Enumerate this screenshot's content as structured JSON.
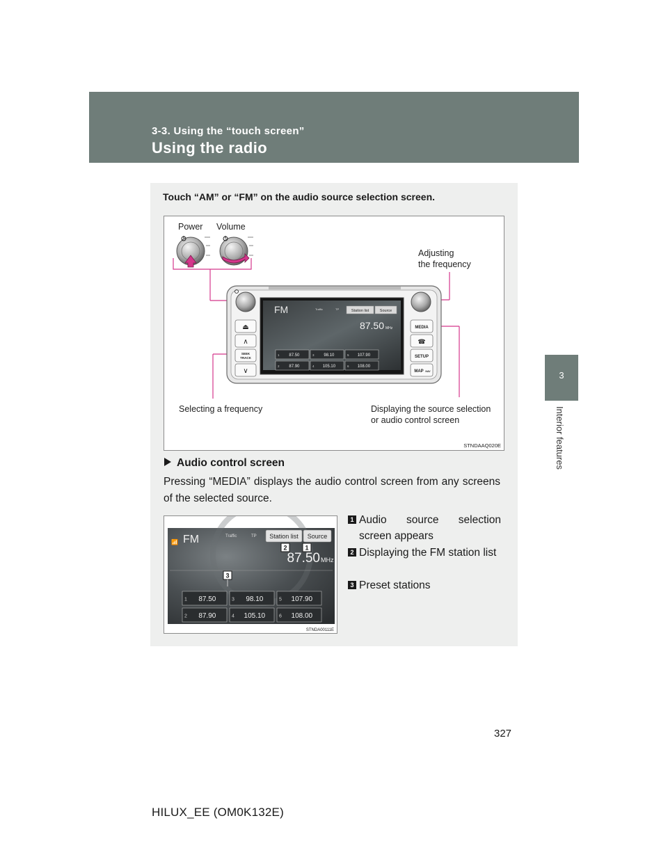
{
  "header": {
    "section_ref": "3-3. Using the “touch screen”",
    "title": "Using the radio"
  },
  "side_tab": {
    "chapter_number": "3",
    "chapter_label": "Interior features"
  },
  "intro": "Touch “AM” or “FM” on the audio source selection screen.",
  "figure1": {
    "labels": {
      "power": "Power",
      "volume": "Volume",
      "adjusting_line1": "Adjusting",
      "adjusting_line2": "the frequency",
      "selecting": "Selecting a frequency",
      "displaying_line1": "Displaying the source selection",
      "displaying_line2": "or audio control screen"
    },
    "code": "STNDAAQ020E"
  },
  "screen": {
    "band": "FM",
    "traffic": "Traffic",
    "tp": "TP",
    "station_list_btn": "Station list",
    "source_btn": "Source",
    "frequency": "87.50",
    "unit": "MHz",
    "presets": [
      {
        "num": "1",
        "freq": "87.50"
      },
      {
        "num": "3",
        "freq": "98.10"
      },
      {
        "num": "5",
        "freq": "107.90"
      },
      {
        "num": "2",
        "freq": "87.90"
      },
      {
        "num": "4",
        "freq": "105.10"
      },
      {
        "num": "6",
        "freq": "108.00"
      }
    ]
  },
  "head_unit_buttons": {
    "eject": "⏏",
    "seek_up": "∧",
    "seek_track_line1": "SEEK",
    "seek_track_line2": "TRACK",
    "seek_down": "∨",
    "media": "MEDIA",
    "phone": "☎",
    "setup": "SETUP",
    "map": "MAP",
    "nav": "NAV"
  },
  "audio_control": {
    "heading": "Audio control screen",
    "paragraph": "Pressing “MEDIA” displays the audio control screen from any screens of the selected source.",
    "figure_code": "STNDA00111E",
    "callouts": [
      "1",
      "2",
      "3"
    ],
    "legend": [
      {
        "num": "1",
        "text": "Audio source selection screen appears"
      },
      {
        "num": "2",
        "text": "Displaying the FM station list"
      },
      {
        "num": "3",
        "text": "Preset stations"
      }
    ]
  },
  "footer": {
    "page_number": "327",
    "doc_id": "HILUX_EE (OM0K132E)"
  }
}
